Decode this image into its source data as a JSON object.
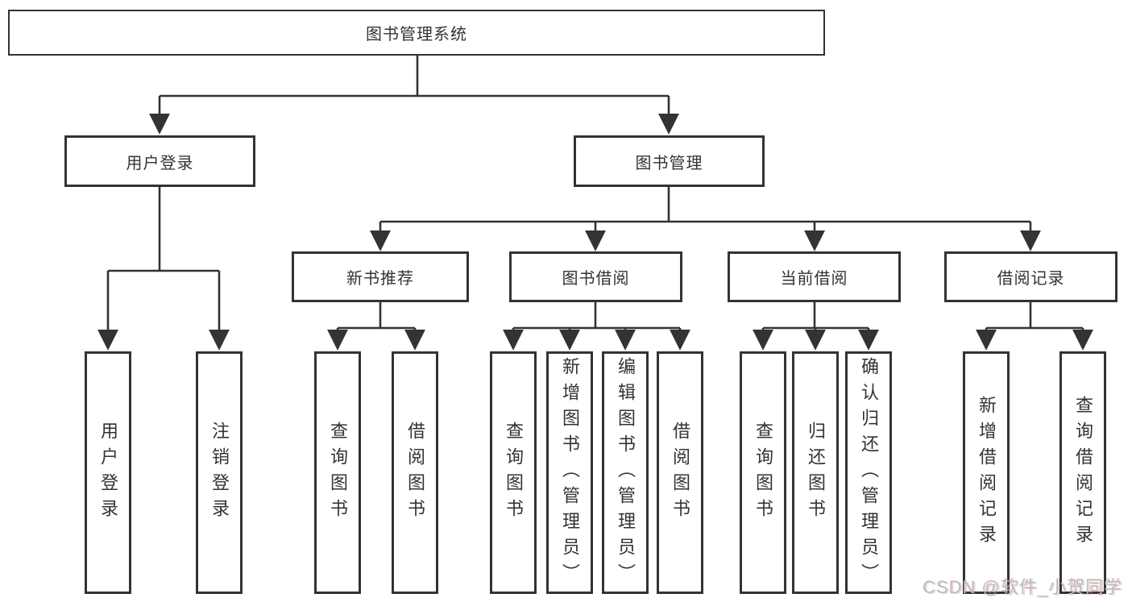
{
  "diagram": {
    "root": "图书管理系统",
    "level2": {
      "user_login": "用户登录",
      "book_management": "图书管理"
    },
    "level3": {
      "new_book": "新书推荐",
      "book_borrow": "图书借阅",
      "current_borrow": "当前借阅",
      "borrow_records": "借阅记录"
    },
    "leaves": {
      "user_login": [
        "用户登录",
        "注销登录"
      ],
      "new_book": [
        "查询图书",
        "借阅图书"
      ],
      "book_borrow": [
        "查询图书",
        "新增图书（管理员）",
        "编辑图书（管理员）",
        "借阅图书"
      ],
      "current_borrow": [
        "查询图书",
        "归还图书",
        "确认归还（管理员）"
      ],
      "borrow_records": [
        "新增借阅记录",
        "查询借阅记录"
      ]
    }
  },
  "watermark": {
    "text": "CSDN @软件_小贺同学"
  },
  "colors": {
    "line": "#333333",
    "border": "#333333",
    "text": "#333333",
    "background": "#ffffff",
    "watermark": "#b6bcc1"
  }
}
